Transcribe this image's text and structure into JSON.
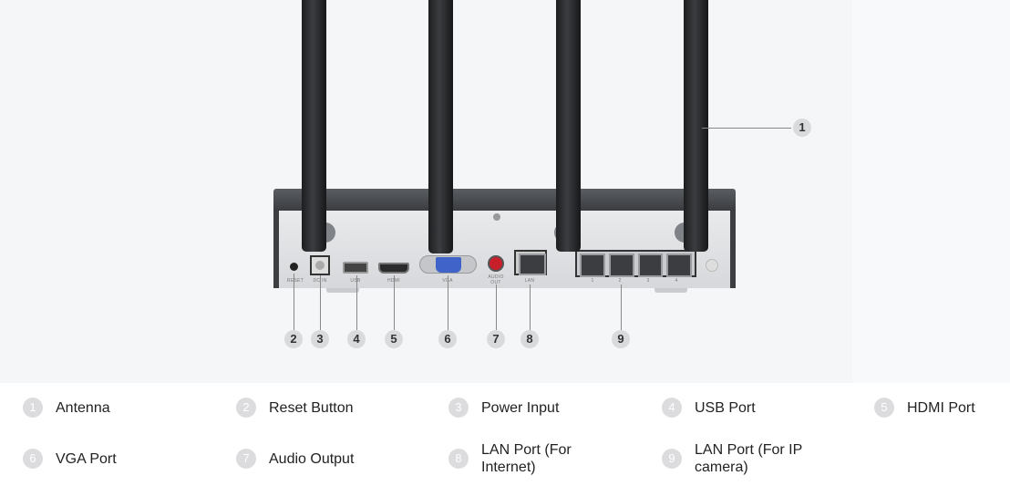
{
  "device_labels": {
    "reset": "RESET",
    "dc_in": "DC IN",
    "usb": "USB",
    "hdmi": "HDMI",
    "vga": "VGA",
    "audio_out": "AUDIO OUT",
    "lan": "LAN",
    "poe1": "1",
    "poe2": "2",
    "poe3": "3",
    "poe4": "4"
  },
  "callouts": [
    "1",
    "2",
    "3",
    "4",
    "5",
    "6",
    "7",
    "8",
    "9"
  ],
  "legend": [
    {
      "num": "1",
      "label": "Antenna"
    },
    {
      "num": "2",
      "label": "Reset Button"
    },
    {
      "num": "3",
      "label": "Power Input"
    },
    {
      "num": "4",
      "label": "USB Port"
    },
    {
      "num": "5",
      "label": "HDMI Port"
    },
    {
      "num": "6",
      "label": "VGA Port"
    },
    {
      "num": "7",
      "label": "Audio Output"
    },
    {
      "num": "8",
      "label": "LAN Port (For Internet)"
    },
    {
      "num": "9",
      "label": "LAN Port (For IP camera)"
    }
  ],
  "colors": {
    "vga": "#3f63c9",
    "audio": "#c8202a",
    "lan_led": "#9ccf3a"
  }
}
